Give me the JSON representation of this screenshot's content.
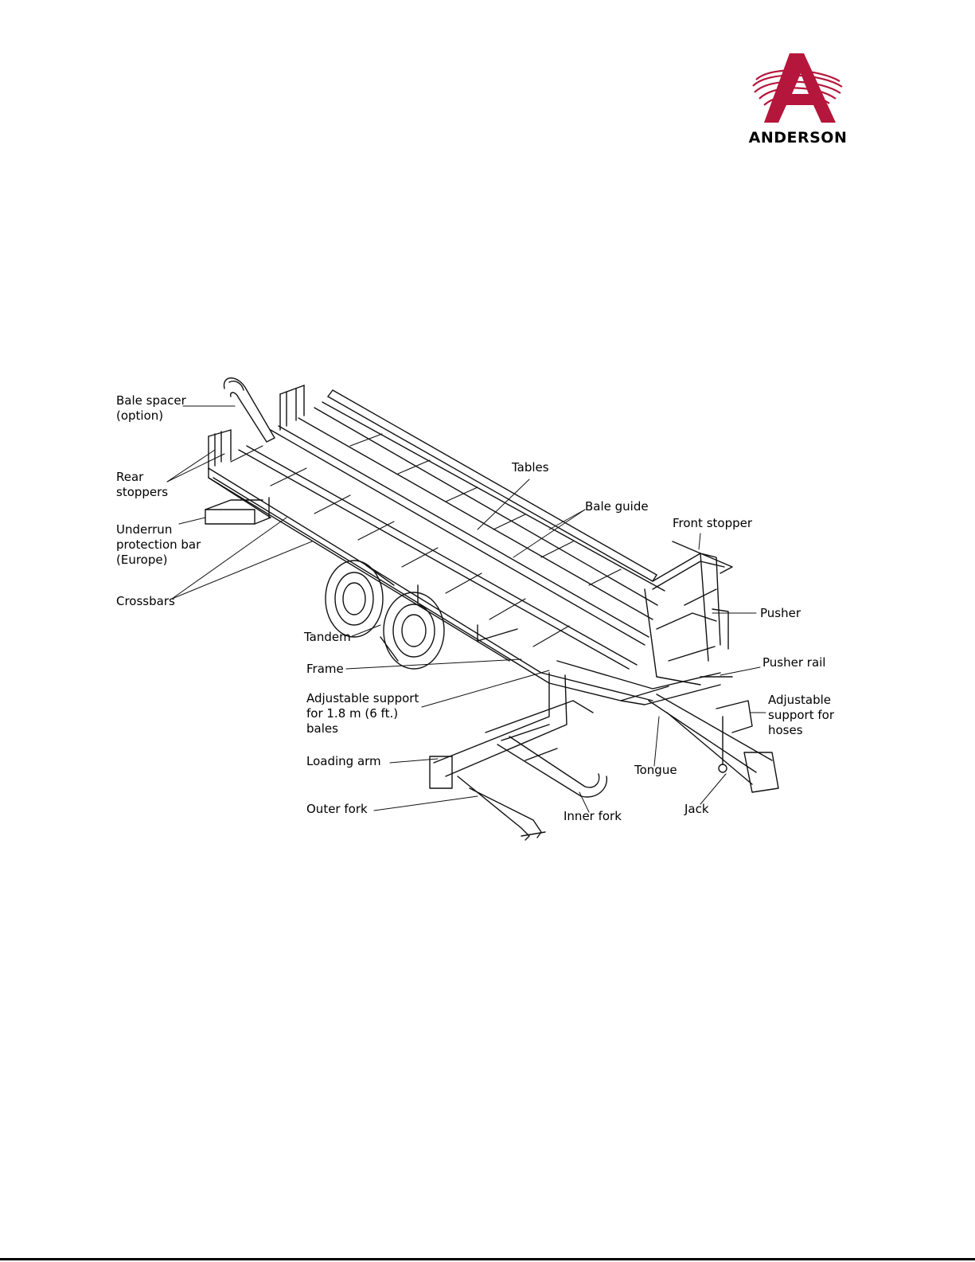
{
  "brand": {
    "name": "ANDERSON",
    "color": "#b5163b"
  },
  "labels": {
    "bale_spacer": "Bale spacer\n(option)",
    "rear_stoppers": "Rear\nstoppers",
    "underrun_bar": "Underrun\nprotection bar\n(Europe)",
    "crossbars": "Crossbars",
    "tables": "Tables",
    "bale_guide": "Bale guide",
    "front_stopper": "Front stopper",
    "pusher": "Pusher",
    "pusher_rail": "Pusher rail",
    "adjustable_support_hoses": "Adjustable\nsupport for\nhoses",
    "tandem": "Tandem",
    "frame": "Frame",
    "adjustable_support_bales": "Adjustable support\nfor 1.8 m (6 ft.)\nbales",
    "loading_arm": "Loading arm",
    "outer_fork": "Outer fork",
    "inner_fork": "Inner fork",
    "tongue": "Tongue",
    "jack": "Jack"
  }
}
